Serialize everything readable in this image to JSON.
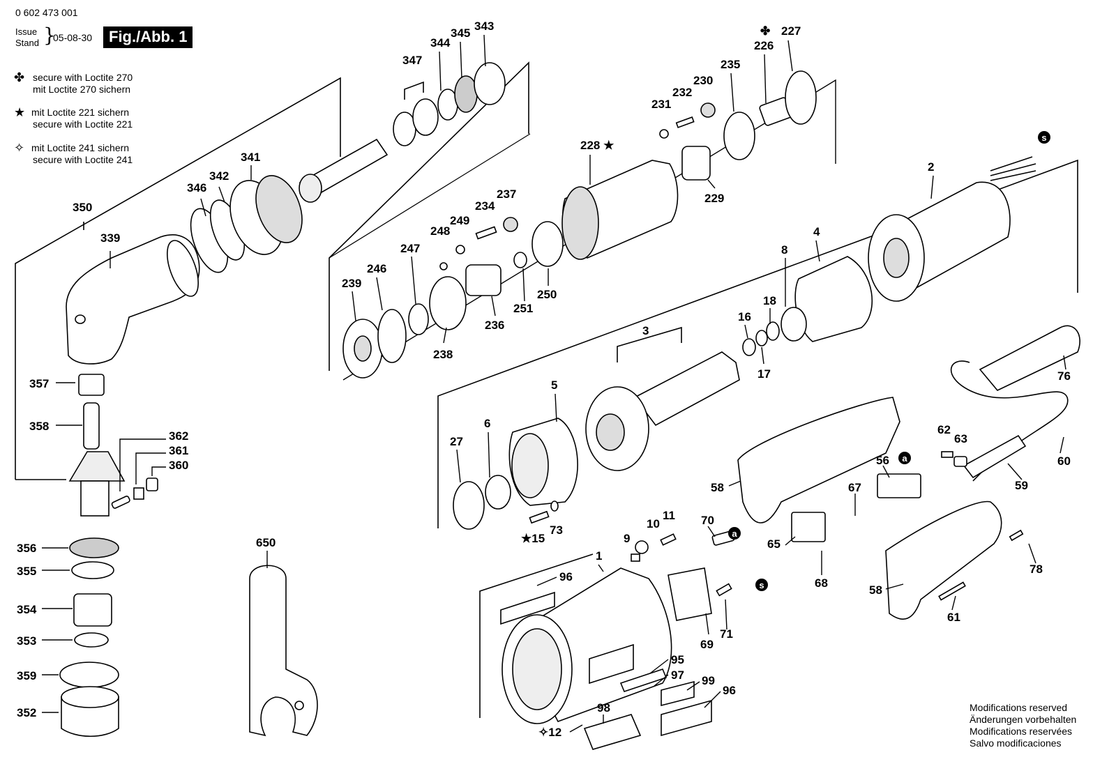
{
  "header": {
    "doc_number": "0 602 473 001",
    "issue_label_1": "Issue",
    "issue_label_2": "Stand",
    "issue_date": "05-08-30",
    "fig_label": "Fig./Abb. 1"
  },
  "notes": [
    {
      "symbol": "✤",
      "line1": "secure with Loctite 270",
      "line2": "mit Loctite 270 sichern"
    },
    {
      "symbol": "★",
      "line1": "mit Loctite 221 sichern",
      "line2": "secure with Loctite 221"
    },
    {
      "symbol": "✧",
      "line1": "mit Loctite 241 sichern",
      "line2": "secure with Loctite 241"
    }
  ],
  "footer": [
    "Modifications reserved",
    "Änderungen vorbehalten",
    "Modifications reservées",
    "Salvo modificaciones"
  ],
  "part_labels": {
    "p350": "350",
    "p339": "339",
    "p346": "346",
    "p342": "342",
    "p341": "341",
    "p347": "347",
    "p344": "344",
    "p345": "345",
    "p343": "343",
    "p357": "357",
    "p358": "358",
    "p362": "362",
    "p361": "361",
    "p360": "360",
    "p356": "356",
    "p355": "355",
    "p354": "354",
    "p353": "353",
    "p359": "359",
    "p352": "352",
    "p650": "650",
    "p239": "239",
    "p246": "246",
    "p247": "247",
    "p248": "248",
    "p249": "249",
    "p234": "234",
    "p237": "237",
    "p250": "250",
    "p251": "251",
    "p236": "236",
    "p238": "238",
    "p228": "228 ★",
    "p231": "231",
    "p232": "232",
    "p230": "230",
    "p235": "235",
    "p226": "226",
    "p226sym": "✤",
    "p227": "227",
    "p229": "229",
    "p2": "2",
    "p4": "4",
    "p8": "8",
    "p16": "16",
    "p18": "18",
    "p17": "17",
    "p3": "3",
    "p5": "5",
    "p6": "6",
    "p27": "27",
    "p15": "★15",
    "p73": "73",
    "p76": "76",
    "p62": "62",
    "p63": "63",
    "p60": "60",
    "p56": "56",
    "p59": "59",
    "p58a": "58",
    "p67": "67",
    "p70": "70",
    "p11": "11",
    "p10": "10",
    "p9": "9",
    "p65": "65",
    "p68": "68",
    "p78": "78",
    "p58b": "58",
    "p61": "61",
    "p1": "1",
    "p96a": "96",
    "p69": "69",
    "p71": "71",
    "p95": "95",
    "p97": "97",
    "p99": "99",
    "p96b": "96",
    "p98": "98",
    "p12": "✧12"
  },
  "markers": {
    "s": "s",
    "a": "a"
  }
}
